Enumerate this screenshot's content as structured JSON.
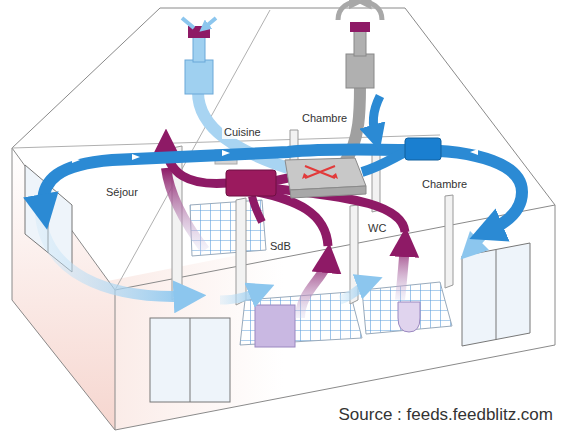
{
  "diagram": {
    "caption": "Source : feeds.feedblitz.com",
    "labels": [
      "Cuisine",
      "Chambre",
      "Séjour",
      "Chambre",
      "SdB",
      "WC"
    ]
  }
}
